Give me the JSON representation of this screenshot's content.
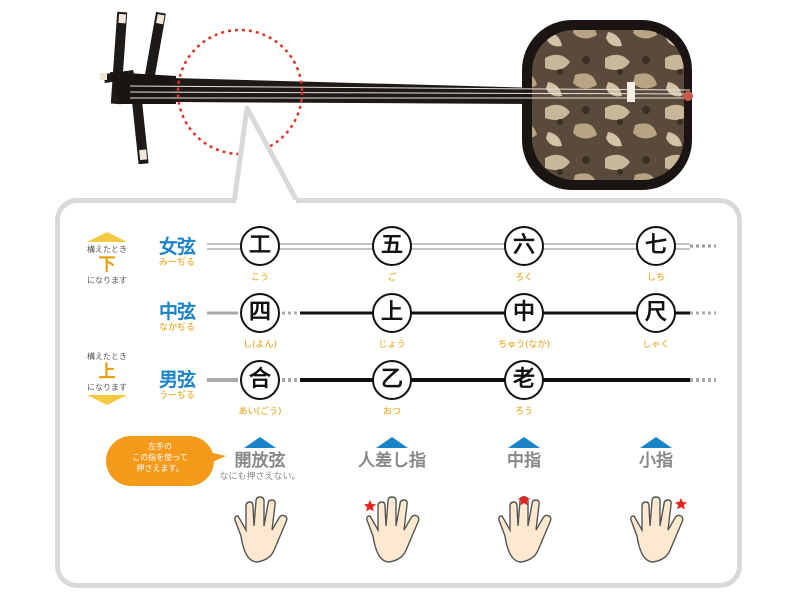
{
  "side_notes": {
    "lower": {
      "pre": "構えたとき",
      "big": "下",
      "post": "になります"
    },
    "upper": {
      "pre": "構えたとき",
      "big": "上",
      "post": "になります"
    }
  },
  "strings": [
    {
      "name": "女弦",
      "reading": "みーぢる",
      "notes": [
        {
          "char": "工",
          "reading": "こう"
        },
        {
          "char": "五",
          "reading": "ご"
        },
        {
          "char": "六",
          "reading": "ろく"
        },
        {
          "char": "七",
          "reading": "しち"
        }
      ]
    },
    {
      "name": "中弦",
      "reading": "なかぢる",
      "notes": [
        {
          "char": "四",
          "reading": "し(よん)"
        },
        {
          "char": "上",
          "reading": "じょう"
        },
        {
          "char": "中",
          "reading": "ちゅう(なか)"
        },
        {
          "char": "尺",
          "reading": "しゃく"
        }
      ]
    },
    {
      "name": "男弦",
      "reading": "うーぢる",
      "notes": [
        {
          "char": "合",
          "reading": "あい(ごう)"
        },
        {
          "char": "乙",
          "reading": "おつ"
        },
        {
          "char": "老",
          "reading": "ろう"
        }
      ]
    }
  ],
  "bubble": {
    "line1": "左手の",
    "line2": "この指を使って",
    "line3": "押さえます。"
  },
  "fingers": [
    {
      "label": "開放弦",
      "sub": "なにも押さえない。"
    },
    {
      "label": "人差し指",
      "sub": ""
    },
    {
      "label": "中指",
      "sub": ""
    },
    {
      "label": "小指",
      "sub": ""
    }
  ],
  "colors": {
    "accent_blue": "#1a82c6",
    "accent_orange": "#e89b00",
    "bubble": "#f39a1a",
    "star": "#e8221b"
  },
  "icons": [
    "tuning-peg-icon",
    "hand-icon",
    "star-icon"
  ]
}
